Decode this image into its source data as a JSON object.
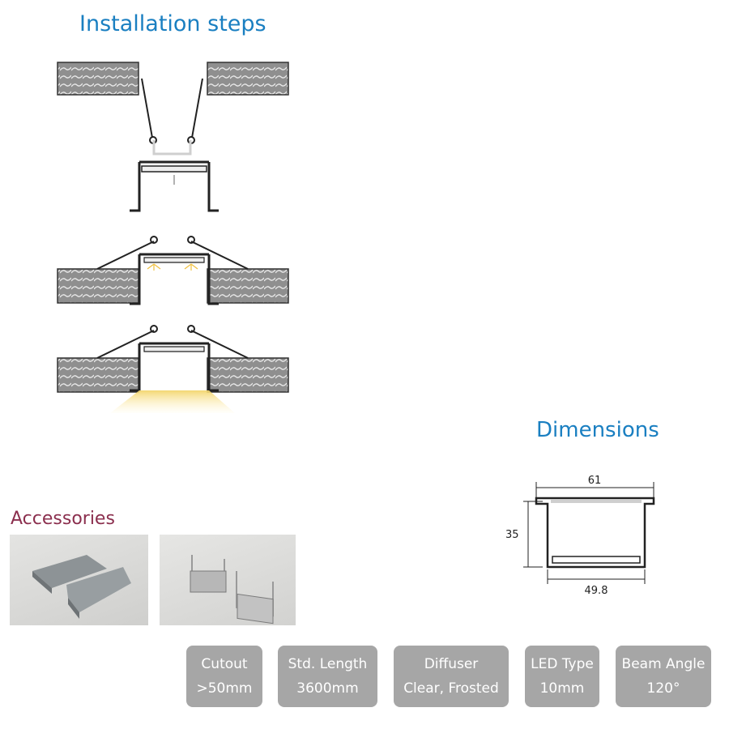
{
  "installation": {
    "title": "Installation steps"
  },
  "dimensions": {
    "title": "Dimensions",
    "width_top": "61",
    "width_bottom": "49.8",
    "height": "35"
  },
  "accessories": {
    "title": "Accessories"
  },
  "specs": [
    {
      "label": "Cutout",
      "value": ">50mm"
    },
    {
      "label": "Std. Length",
      "value": "3600mm"
    },
    {
      "label": "Diffuser",
      "value": "Clear, Frosted"
    },
    {
      "label": "LED Type",
      "value": "10mm"
    },
    {
      "label": "Beam Angle",
      "value": "120°"
    }
  ],
  "colors": {
    "heading_blue": "#1a7fc1",
    "accessories_heading": "#8b2f4e",
    "spec_badge": "#a6a6a6",
    "ceiling_block": "#9b9b9b",
    "light_glow": "#f3d56b"
  }
}
